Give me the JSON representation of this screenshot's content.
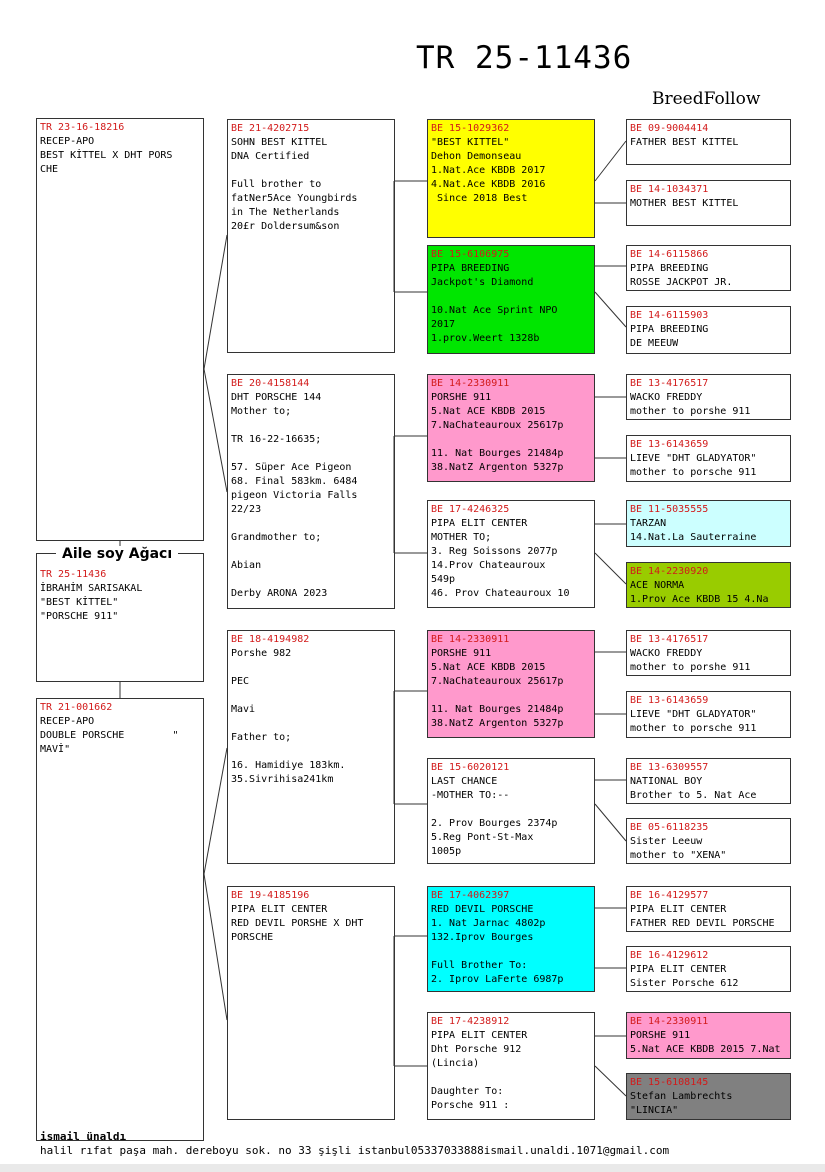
{
  "title": "TR 25-11436",
  "brand": "BreedFollow",
  "family_label": "Aile soy Ağacı",
  "colors": {
    "yellow": "#ffff00",
    "green": "#00e600",
    "pink": "#ff99cc",
    "cyan": "#ccffff",
    "olive": "#99cc00",
    "aqua": "#00ffff",
    "gray": "#808080",
    "white": "#ffffff"
  },
  "boxes": {
    "main": {
      "id": "TR 25-11436",
      "lines": [
        "İBRAHİM SARISAKAL",
        "\"BEST KİTTEL\"",
        "\"PORSCHE 911\""
      ]
    },
    "sire": {
      "id": "TR 23-16-18216",
      "lines": [
        "RECEP-APO",
        "BEST KİTTEL X DHT PORS",
        "CHE"
      ]
    },
    "dam": {
      "id": "TR 21-001662",
      "lines": [
        "RECEP-APO",
        "DOUBLE PORSCHE        \"",
        "MAVİ\""
      ]
    },
    "g1": {
      "id": "BE 21-4202715",
      "lines": [
        "SOHN BEST KITTEL",
        "DNA Certified",
        "",
        "Full brother to",
        "fatNer5Ace Youngbirds",
        "in The Netherlands",
        "20£r Doldersum&son"
      ]
    },
    "g2": {
      "id": "BE 20-4158144",
      "lines": [
        "DHT PORSCHE 144",
        "Mother to;",
        "",
        "TR 16-22-16635;",
        "",
        "57. Süper Ace Pigeon",
        "68. Final 583km. 6484",
        "pigeon Victoria Falls",
        "22/23",
        "",
        "Grandmother to;",
        "",
        "Abian",
        "",
        "Derby ARONA 2023"
      ]
    },
    "g3": {
      "id": "BE 18-4194982",
      "lines": [
        "Porshe 982",
        "",
        "PEC",
        "",
        "Mavi",
        "",
        "Father to;",
        "",
        "16. Hamidiye 183km.",
        "35.Sivrihisa241km"
      ]
    },
    "g4": {
      "id": "BE 19-4185196",
      "lines": [
        "PIPA ELIT CENTER",
        "RED DEVIL PORSHE X DHT",
        "PORSCHE"
      ]
    },
    "h1": {
      "id": "BE 15-1029362",
      "lines": [
        "\"BEST KITTEL\"",
        "Dehon Demonseau",
        "1.Nat.Ace KBDB 2017",
        "4.Nat.Ace KBDB 2016",
        " Since 2018 Best"
      ]
    },
    "h2": {
      "id": "BE 15-6106975",
      "lines": [
        "PIPA BREEDING",
        "Jackpot's Diamond",
        "",
        "10.Nat Ace Sprint NPO",
        "2017",
        "1.prov.Weert 1328b"
      ]
    },
    "h3": {
      "id": "BE 14-2330911",
      "lines": [
        "PORSHE 911",
        "5.Nat ACE KBDB 2015",
        "7.NaChateauroux 25617p",
        "",
        "11. Nat Bourges 21484p",
        "38.NatZ Argenton 5327p"
      ]
    },
    "h4": {
      "id": "BE 17-4246325",
      "lines": [
        "PIPA ELIT CENTER",
        "MOTHER TO;",
        "3. Reg Soissons 2077p",
        "14.Prov Chateauroux",
        "549p",
        "46. Prov Chateauroux 10"
      ]
    },
    "h5": {
      "id": "BE 14-2330911",
      "lines": [
        "PORSHE 911",
        "5.Nat ACE KBDB 2015",
        "7.NaChateauroux 25617p",
        "",
        "11. Nat Bourges 21484p",
        "38.NatZ Argenton 5327p"
      ]
    },
    "h6": {
      "id": "BE 15-6020121",
      "lines": [
        "LAST CHANCE",
        "-MOTHER TO:--",
        "",
        "2. Prov Bourges 2374p",
        "5.Reg Pont-St-Max",
        "1005p"
      ]
    },
    "h7": {
      "id": "BE 17-4062397",
      "lines": [
        "RED DEVIL PORSCHE",
        "1. Nat Jarnac 4802p",
        "132.Iprov Bourges",
        "",
        "Full Brother To:",
        "2. Iprov LaFerte 6987p"
      ]
    },
    "h8": {
      "id": "BE 17-4238912",
      "lines": [
        "PIPA ELIT CENTER",
        "Dht Porsche 912",
        "(Lincia)",
        "",
        "Daughter To:",
        "Porsche 911 :"
      ]
    },
    "i1": {
      "id": "BE 09-9004414",
      "lines": [
        "FATHER BEST KITTEL"
      ]
    },
    "i2": {
      "id": "BE 14-1034371",
      "lines": [
        "MOTHER BEST KITTEL"
      ]
    },
    "i3": {
      "id": "BE 14-6115866",
      "lines": [
        "PIPA BREEDING",
        "ROSSE JACKPOT JR."
      ]
    },
    "i4": {
      "id": "BE 14-6115903",
      "lines": [
        "PIPA BREEDING",
        "DE MEEUW"
      ]
    },
    "i5": {
      "id": "BE 13-4176517",
      "lines": [
        "WACKO FREDDY",
        "mother to porshe 911"
      ]
    },
    "i6": {
      "id": "BE 13-6143659",
      "lines": [
        "LIEVE \"DHT GLADYATOR\"",
        "mother to porsche 911"
      ]
    },
    "i7": {
      "id": "BE 11-5035555",
      "lines": [
        "TARZAN",
        "14.Nat.La Sauterraine"
      ]
    },
    "i8": {
      "id": "BE 14-2230920",
      "lines": [
        "ACE NORMA",
        "1.Prov Ace KBDB 15 4.Na"
      ]
    },
    "i9": {
      "id": "BE 13-4176517",
      "lines": [
        "WACKO FREDDY",
        "mother to porshe 911"
      ]
    },
    "i10": {
      "id": "BE 13-6143659",
      "lines": [
        "LIEVE \"DHT GLADYATOR\"",
        "mother to porsche 911"
      ]
    },
    "i11": {
      "id": "BE 13-6309557",
      "lines": [
        "NATIONAL BOY",
        "Brother to 5. Nat Ace"
      ]
    },
    "i12": {
      "id": "BE 05-6118235",
      "lines": [
        "Sister Leeuw",
        "mother to \"XENA\""
      ]
    },
    "i13": {
      "id": "BE 16-4129577",
      "lines": [
        "PIPA ELIT CENTER",
        "FATHER RED DEVIL PORSCHE"
      ]
    },
    "i14": {
      "id": "BE 16-4129612",
      "lines": [
        "PIPA ELIT CENTER",
        "Sister Porsche 612"
      ]
    },
    "i15": {
      "id": "BE 14-2330911",
      "lines": [
        "PORSHE 911",
        "5.Nat ACE KBDB 2015 7.Nat"
      ]
    },
    "i16": {
      "id": "BE 15-6108145",
      "lines": [
        "Stefan Lambrechts",
        "\"LINCIA\""
      ]
    }
  },
  "footer": {
    "name": "ismail ünaldı",
    "address": "halil rıfat paşa mah. dereboyu sok. no 33 şişli istanbul05337033888ismail.unaldi.1071@gmail.com"
  }
}
